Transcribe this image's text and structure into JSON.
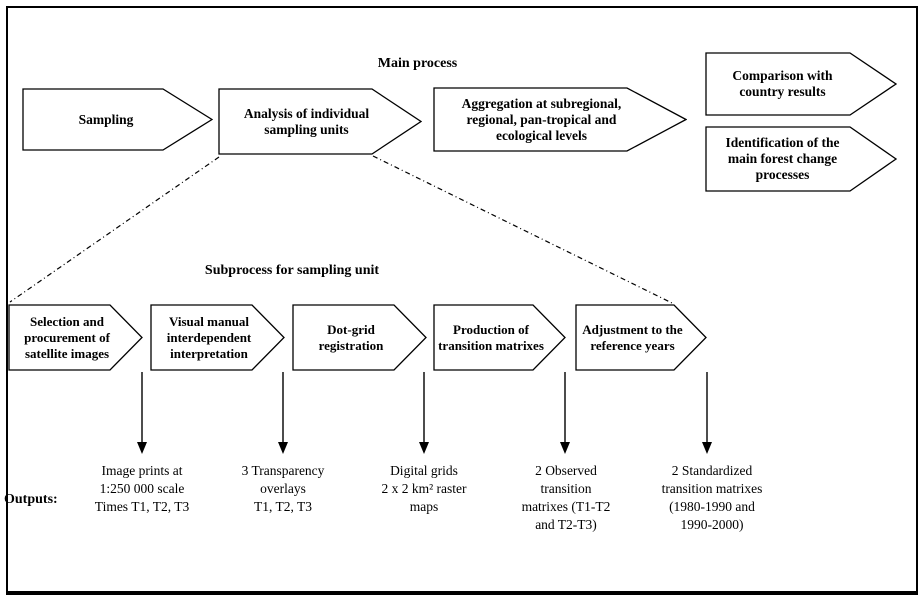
{
  "headings": {
    "main_process": "Main process",
    "subprocess": "Subprocess for sampling unit",
    "outputs": "Outputs:"
  },
  "main_flow": [
    {
      "label": "Sampling"
    },
    {
      "label": "Analysis of individual sampling units"
    },
    {
      "label": "Aggregation at subregional, regional, pan-tropical and ecological levels"
    }
  ],
  "results": [
    {
      "label": "Comparison with country results"
    },
    {
      "label": "Identification of the main forest change processes"
    }
  ],
  "subprocess_flow": [
    {
      "label": "Selection and procurement of satellite images"
    },
    {
      "label": "Visual manual interdependent interpretation"
    },
    {
      "label": "Dot-grid registration"
    },
    {
      "label": "Production of transition matrixes"
    },
    {
      "label": "Adjustment to the reference years"
    }
  ],
  "outputs": [
    {
      "lines": [
        "Image prints at",
        "1:250 000 scale",
        "Times T1, T2, T3"
      ]
    },
    {
      "lines": [
        "3 Transparency",
        "overlays",
        "T1, T2, T3"
      ]
    },
    {
      "lines": [
        "Digital grids",
        "2 x 2 km² raster",
        "maps"
      ]
    },
    {
      "lines": [
        "2 Observed",
        "transition",
        "matrixes (T1-T2",
        "and T2-T3)"
      ]
    },
    {
      "lines": [
        "2 Standardized",
        "transition matrixes",
        "(1980-1990 and",
        "1990-2000)"
      ]
    }
  ],
  "colors": {
    "line": "#000000",
    "fill": "#ffffff",
    "text": "#000000"
  }
}
